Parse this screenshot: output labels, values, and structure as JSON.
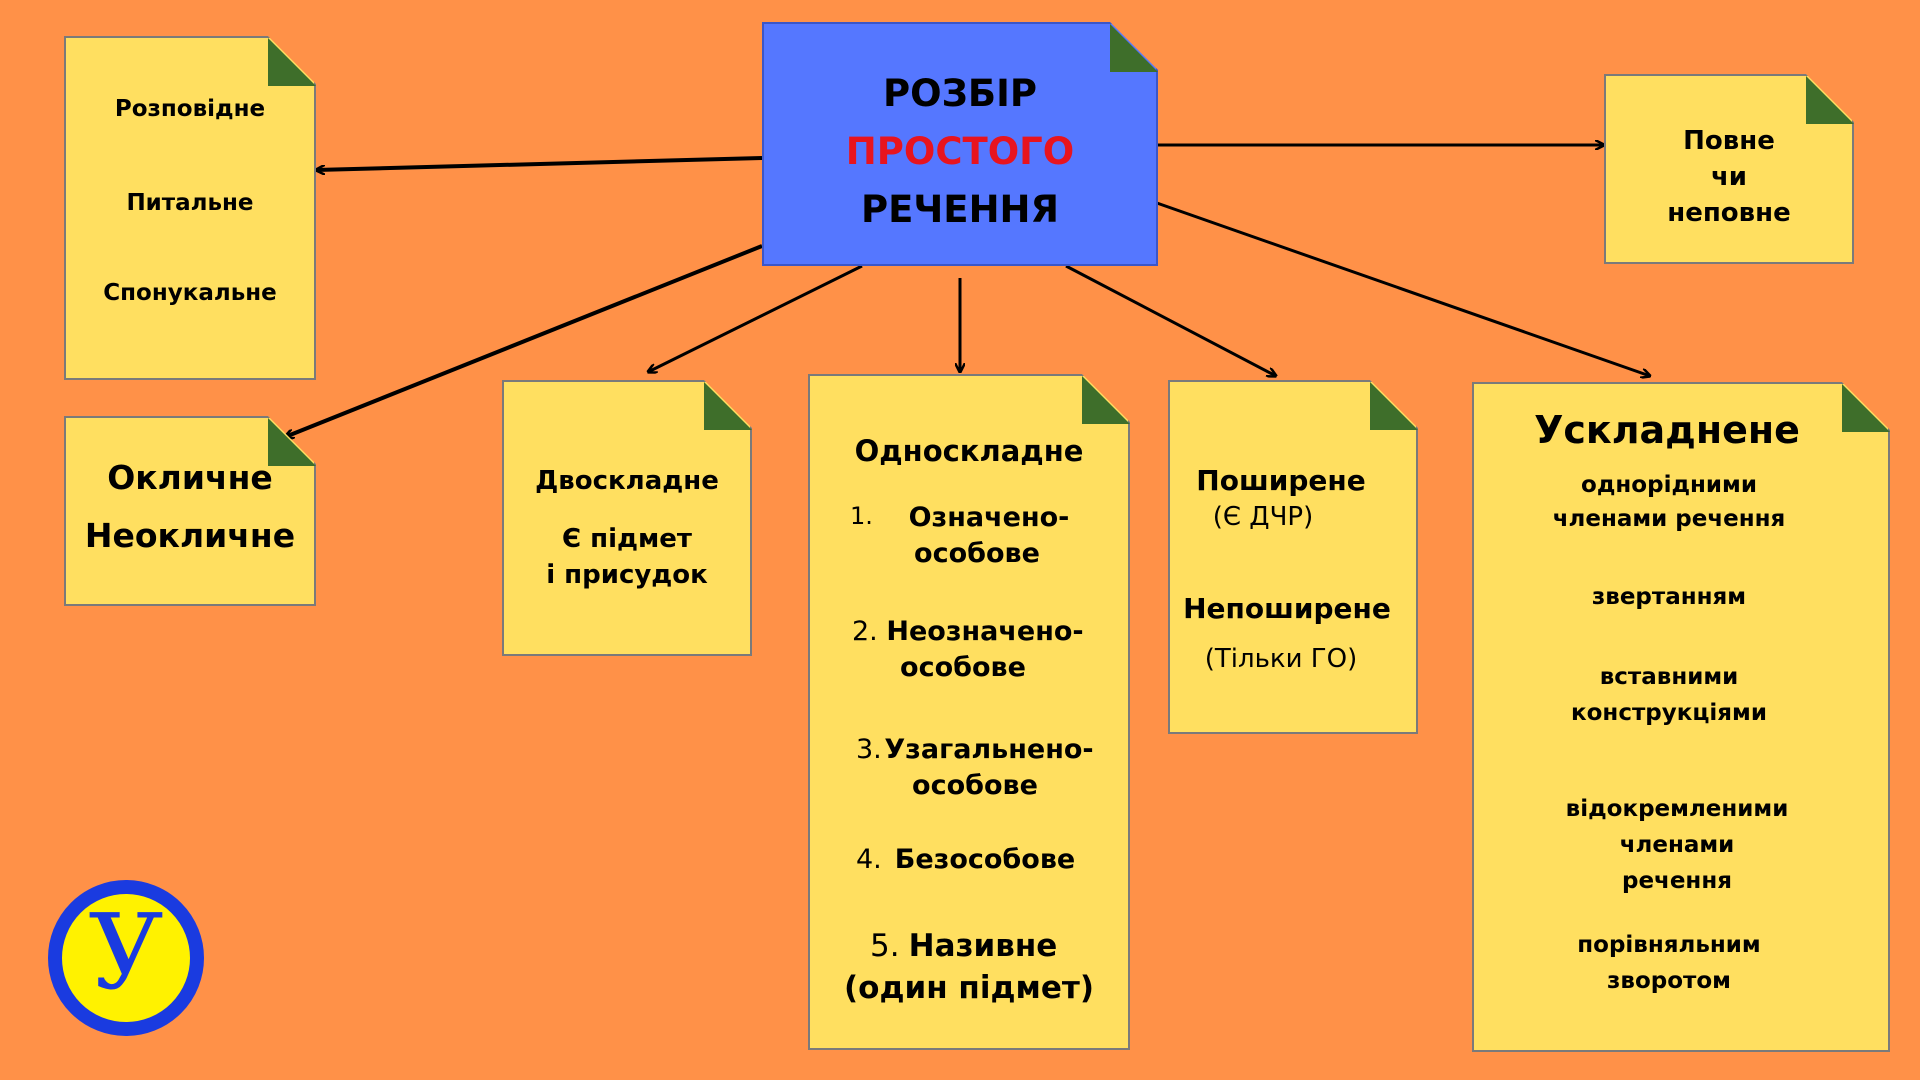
{
  "title": {
    "line1": "РОЗБІР",
    "line2": "ПРОСТОГО",
    "line3": "РЕЧЕННЯ"
  },
  "purpose": {
    "items": [
      "Розповідне",
      "Питальне",
      "Спонукальне"
    ]
  },
  "completeness": {
    "line1": "Повне",
    "line2": "чи",
    "line3": "неповне"
  },
  "exclamation": {
    "line1": "Окличне",
    "line2": "Неокличне"
  },
  "two_part": {
    "heading": "Двоскладне",
    "line1": "Є підмет",
    "line2": "і присудок"
  },
  "one_part": {
    "heading": "Односкладне",
    "items": [
      {
        "num": "1.",
        "line1": "Означено-",
        "line2": "особове"
      },
      {
        "num": "2.",
        "line1": "Неозначено-",
        "line2": "особове"
      },
      {
        "num": "3.",
        "line1": "Узагальнено-",
        "line2": "особове"
      },
      {
        "num": "4.",
        "line1": "Безособове",
        "line2": ""
      },
      {
        "num": "5.",
        "line1": "Називне",
        "line2": "(один підмет)"
      }
    ]
  },
  "extended": {
    "line1": "Поширене",
    "line2": "(Є ДЧР)",
    "line3": "Непоширене",
    "line4": "(Тільки ГО)"
  },
  "complicated": {
    "heading": "Ускладнене",
    "items": [
      {
        "line1": "однорідними",
        "line2": "членами речення",
        "line3": ""
      },
      {
        "line1": "звертанням",
        "line2": "",
        "line3": ""
      },
      {
        "line1": "вставними",
        "line2": "конструкціями",
        "line3": ""
      },
      {
        "line1": "відокремленими",
        "line2": "членами",
        "line3": "речення"
      },
      {
        "line1": "порівняльним",
        "line2": "зворотом",
        "line3": ""
      }
    ]
  },
  "logo": {
    "letter": "У"
  },
  "colors": {
    "background": "#FF9148",
    "note": "#FFDF60",
    "title_box": "#5577FF",
    "accent_red": "#E8141E",
    "fold": "#3E6E2A",
    "logo_ring": "#1A3BE0",
    "logo_fill": "#FFF200"
  }
}
